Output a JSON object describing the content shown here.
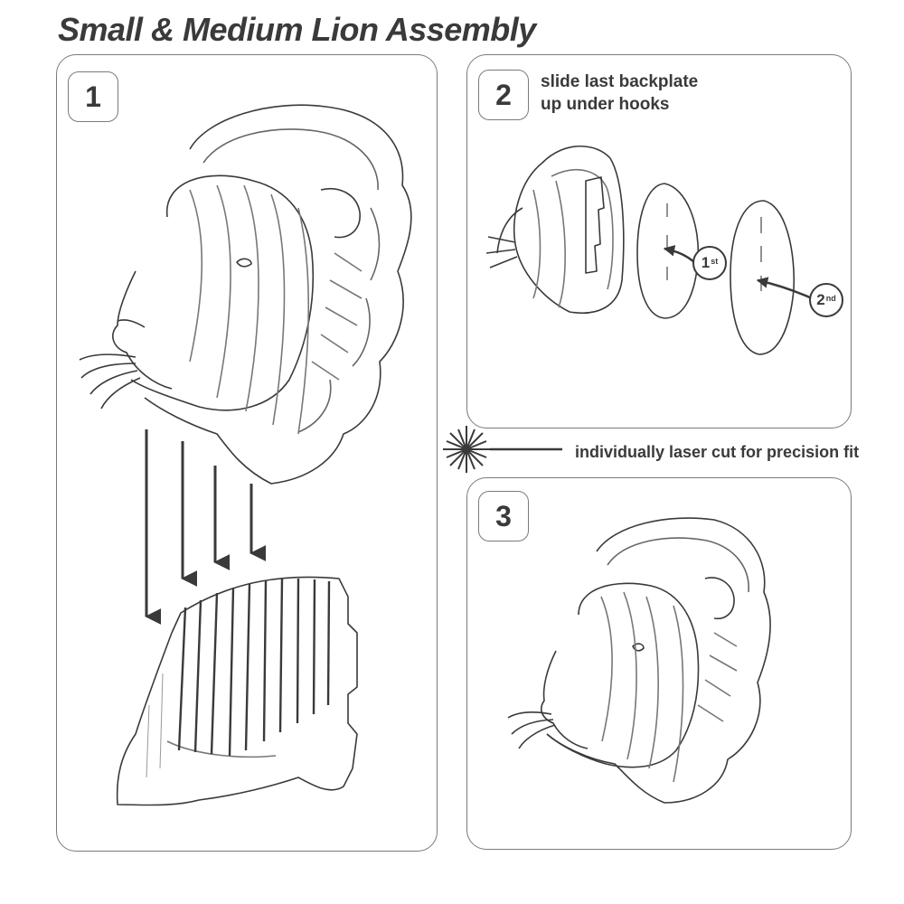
{
  "title": "Small & Medium Lion Assembly",
  "steps": [
    {
      "number": "1"
    },
    {
      "number": "2",
      "instruction_line1": "slide last backplate",
      "instruction_line2": "up under hooks"
    },
    {
      "number": "3"
    }
  ],
  "order_labels": [
    {
      "num": "1",
      "suffix": "st"
    },
    {
      "num": "2",
      "suffix": "nd"
    }
  ],
  "laser_note": "individually laser cut for precision fit",
  "colors": {
    "line": "#3a3a3a",
    "panel_border": "#7a7a7a",
    "background": "#ffffff"
  }
}
